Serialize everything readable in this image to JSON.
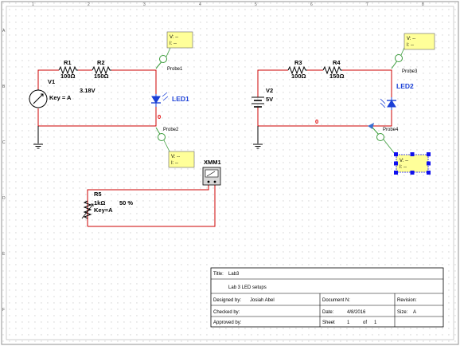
{
  "colors": {
    "wire": "#cc0000",
    "probe_green": "#3a9b3a",
    "led_blue": "#1a3fd6",
    "node_red": "#e00000",
    "probe_box": "#ffff99",
    "selection": "#1010ee"
  },
  "rulers": {
    "top": [
      "1",
      "2",
      "3",
      "4",
      "5",
      "6",
      "7",
      "8"
    ],
    "side": [
      "A",
      "B",
      "C",
      "D",
      "E",
      "F"
    ]
  },
  "circuit1": {
    "v1": {
      "ref": "V1",
      "value": "Key = A",
      "reading": "3.18V"
    },
    "r1": {
      "ref": "R1",
      "value": "100Ω"
    },
    "r2": {
      "ref": "R2",
      "value": "150Ω"
    },
    "led": {
      "ref": "LED1"
    },
    "node": "0",
    "probe1": {
      "name": "Probe1",
      "v": "V: --",
      "i": "I: --"
    },
    "probe2": {
      "name": "Probe2",
      "v": "V: --",
      "i": "I: --"
    },
    "xmm": {
      "ref": "XMM1"
    },
    "r5": {
      "ref": "R5",
      "value": "1kΩ",
      "key": "Key=A",
      "percent": "50 %"
    }
  },
  "circuit2": {
    "v2": {
      "ref": "V2",
      "value": "5V"
    },
    "r3": {
      "ref": "R3",
      "value": "100Ω"
    },
    "r4": {
      "ref": "R4",
      "value": "150Ω"
    },
    "led": {
      "ref": "LED2"
    },
    "node": "0",
    "probe3": {
      "name": "Probe3",
      "v": "V: --",
      "i": "I: --"
    },
    "probe4": {
      "name": "Probe4",
      "v": "V: --",
      "i": "I: --"
    }
  },
  "title_block": {
    "title_label": "Title:",
    "title_value": "Lab3",
    "description": "Lab 3 LED setups",
    "designed_label": "Designed by:",
    "designed_value": "Josiah Abel",
    "document_label": "Document N:",
    "revision_label": "Revision:",
    "checked_label": "Checked by:",
    "date_label": "Date:",
    "date_value": "4/8/2016",
    "size_label": "Size:",
    "size_value": "A",
    "approved_label": "Approved by:",
    "sheet_label": "Sheet",
    "sheet_value": "1",
    "of_label": "of",
    "of_value": "1"
  }
}
